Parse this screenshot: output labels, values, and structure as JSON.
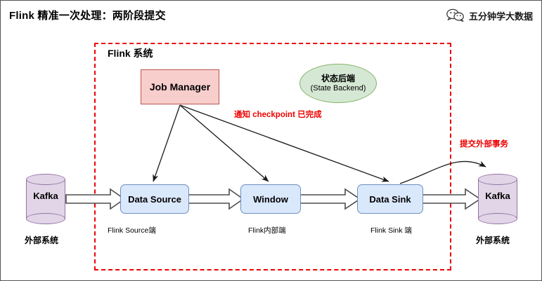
{
  "header": {
    "title": "Flink 精准一次处理：两阶段提交",
    "brand_icon": "wechat-icon",
    "brand_text": "五分钟学大数据"
  },
  "diagram": {
    "region_label": "Flink 系统",
    "job_manager": {
      "label": "Job Manager",
      "fill": "#f8cecc",
      "stroke": "#b85450"
    },
    "state_backend": {
      "label_cn": "状态后端",
      "label_en": "(State Backend)",
      "fill": "#d5e8d4",
      "stroke": "#82b366"
    },
    "annotations": [
      {
        "name": "notify-checkpoint-complete",
        "text": "通知 checkpoint 已完成",
        "color": "#ee0000"
      },
      {
        "name": "commit-external-transaction",
        "text": "提交外部事务",
        "color": "#ee0000"
      }
    ],
    "pipeline": [
      {
        "label": "Data Source",
        "caption": "Flink Source端"
      },
      {
        "label": "Window",
        "caption": "Flink内部端"
      },
      {
        "label": "Data Sink",
        "caption": "Flink Sink 端"
      }
    ],
    "pipeline_style": {
      "fill": "#dae8fc",
      "stroke": "#6c8ebf"
    },
    "external_systems": [
      {
        "label": "Kafka",
        "caption": "外部系统",
        "fill": "#e1d5e7",
        "stroke": "#9673a6"
      },
      {
        "label": "Kafka",
        "caption": "外部系统",
        "fill": "#e1d5e7",
        "stroke": "#9673a6"
      }
    ],
    "region_border_color": "#ee0000"
  }
}
